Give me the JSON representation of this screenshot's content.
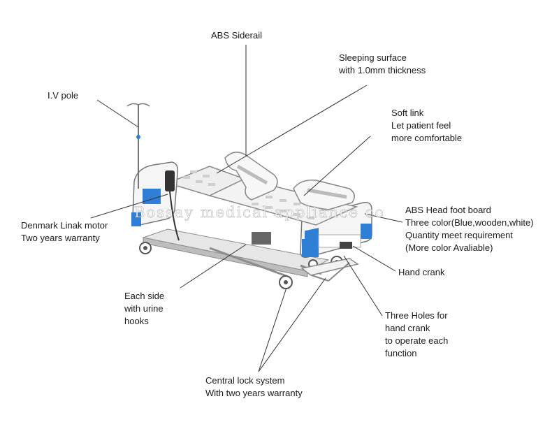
{
  "labels": {
    "abs_siderail": "ABS Siderail",
    "sleeping_surface": [
      "Sleeping surface",
      "with 1.0mm thickness"
    ],
    "iv_pole": "I.V pole",
    "soft_link": [
      "Soft link",
      "Let patient feel",
      "more comfortable"
    ],
    "head_foot_board": [
      "ABS Head foot board",
      "Three color(Blue,wooden,white)",
      "Quantity meet requirement",
      "(More color Avaliable)"
    ],
    "linak_motor": [
      "Denmark Linak motor",
      "Two years warranty"
    ],
    "hand_crank": "Hand crank",
    "urine_hooks": [
      "Each side",
      "with urine",
      "hooks"
    ],
    "three_holes": [
      "Three Holes for",
      "hand crank",
      "to operate each",
      "function"
    ],
    "central_lock": [
      "Central lock system",
      "With two years warranty"
    ]
  },
  "watermark": "Bossay medical appliance co",
  "colors": {
    "accent_blue": "#2f7fd6",
    "frame_gray": "#d9d9d9",
    "leader_line": "#333333"
  }
}
